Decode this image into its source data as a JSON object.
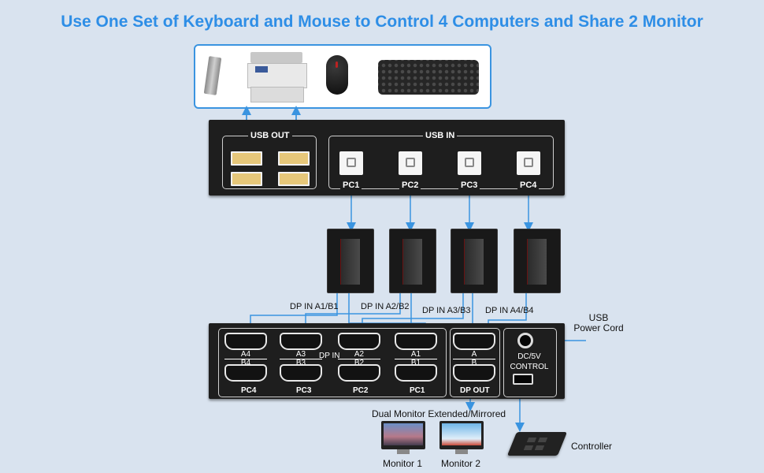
{
  "title": "Use One Set of Keyboard and Mouse to Control 4 Computers and Share 2 Monitor",
  "usb_panel": {
    "usb_out_label": "USB OUT",
    "usb_in_label": "USB IN",
    "pc_labels": [
      "PC1",
      "PC2",
      "PC3",
      "PC4"
    ]
  },
  "dp_in_labels": [
    "DP IN A1/B1",
    "DP IN A2/B2",
    "DP IN A3/B3",
    "DP IN A4/B4"
  ],
  "usb_power_cord": [
    "USB",
    "Power Cord"
  ],
  "dp_panel": {
    "ports": [
      {
        "top": "A4",
        "bottom": "B4"
      },
      {
        "top": "A3",
        "bottom": "B3"
      },
      {
        "top": "A2",
        "bottom": "B2"
      },
      {
        "top": "A1",
        "bottom": "B1"
      }
    ],
    "dp_in_center": "DP IN",
    "group_labels": [
      "PC4",
      "PC3",
      "PC2",
      "PC1"
    ],
    "out_top": "A",
    "out_bottom": "B",
    "dp_out_label": "DP OUT",
    "dc_label": "DC/5V",
    "control_label": "CONTROL"
  },
  "dual_monitor_label": "Dual Monitor Extended/Mirrored",
  "monitor_labels": [
    "Monitor 1",
    "Monitor 2"
  ],
  "controller_label": "Controller",
  "colors": {
    "accent": "#2e8ee6",
    "panel": "#1e1e1e",
    "background": "#d9e3ef"
  }
}
